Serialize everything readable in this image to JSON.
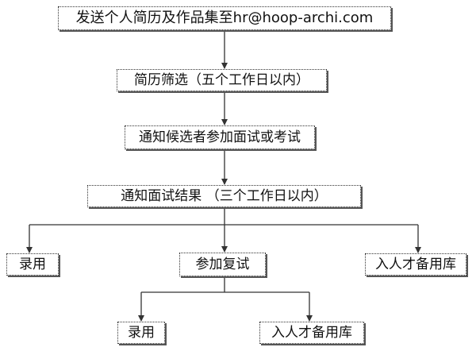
{
  "flowchart": {
    "steps": {
      "send_resume": "发送个人简历及作品集至hr@hoop-archi.com",
      "screening": "简历筛选（五个工作日以内）",
      "notify_candidates": "通知候选者参加面试或考试",
      "notify_result": "通知面试结果 （三个工作日以内）",
      "hired_first": "录用",
      "second_interview": "参加复试",
      "talent_pool_first": "入人才备用库",
      "hired_second": "录用",
      "talent_pool_second": "入人才备用库"
    }
  },
  "colors": {
    "line": "#333333",
    "box_border": "#333333",
    "box_shadow": "#555555",
    "text": "#111111",
    "background": "#ffffff"
  }
}
